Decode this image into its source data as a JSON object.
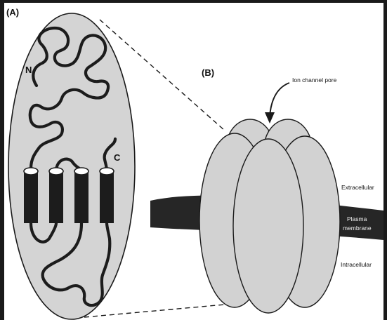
{
  "panels": {
    "a_label": "(A)",
    "b_label": "(B)"
  },
  "terminals": {
    "n": "N",
    "c": "C"
  },
  "annotations": {
    "pore": "Ion channel pore",
    "extracellular": "Extracellular",
    "plasma_line1": "Plasma",
    "plasma_line2": "membrane",
    "intracellular": "Intracellular"
  },
  "colors": {
    "background": "#ffffff",
    "frame": "#1a1a1a",
    "cell_fill": "#d4d4d4",
    "membrane": "#262626",
    "helix": "#1c1c1c",
    "subunit": "#d2d2d2"
  }
}
